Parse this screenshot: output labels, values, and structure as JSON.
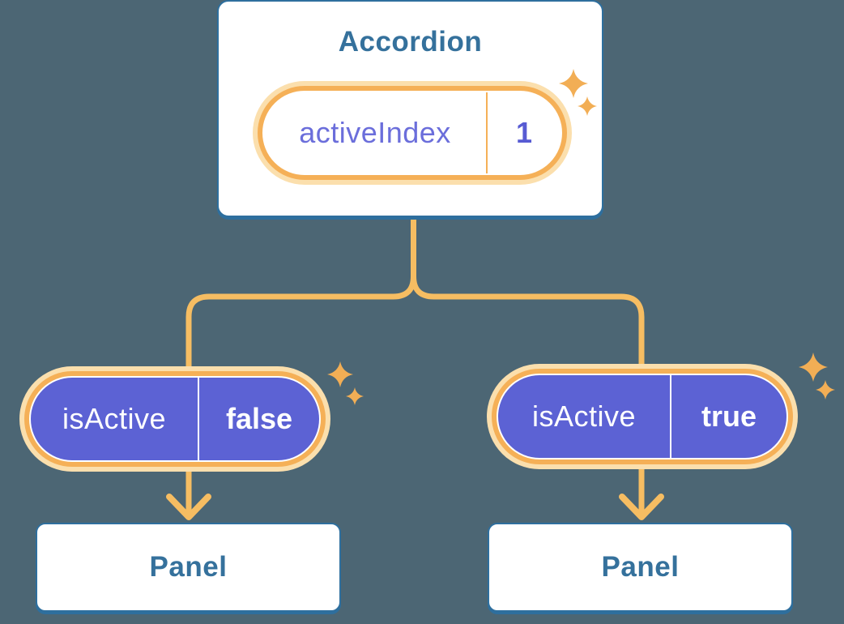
{
  "diagram": {
    "accordion": {
      "title": "Accordion",
      "state": {
        "name": "activeIndex",
        "value": "1"
      }
    },
    "props": [
      {
        "name": "isActive",
        "value": "false"
      },
      {
        "name": "isActive",
        "value": "true"
      }
    ],
    "panels": [
      {
        "label": "Panel"
      },
      {
        "label": "Panel"
      }
    ]
  },
  "icons": {
    "sparkle": "four-point-star"
  },
  "colors": {
    "background": "#4C6674",
    "card_border": "#2E6F9E",
    "card_text": "#35719C",
    "pill_ring": "#F5B057",
    "pill_halo": "#FBDFAD",
    "pill_fill_purple": "#5C62D4",
    "pill_text_purple": "#6B6EDB",
    "pill_value_purple": "#575BD3",
    "pill_text_white": "#FFFFFF",
    "connector_line": "#F6BD62",
    "sparkle": "#F2AE55"
  }
}
